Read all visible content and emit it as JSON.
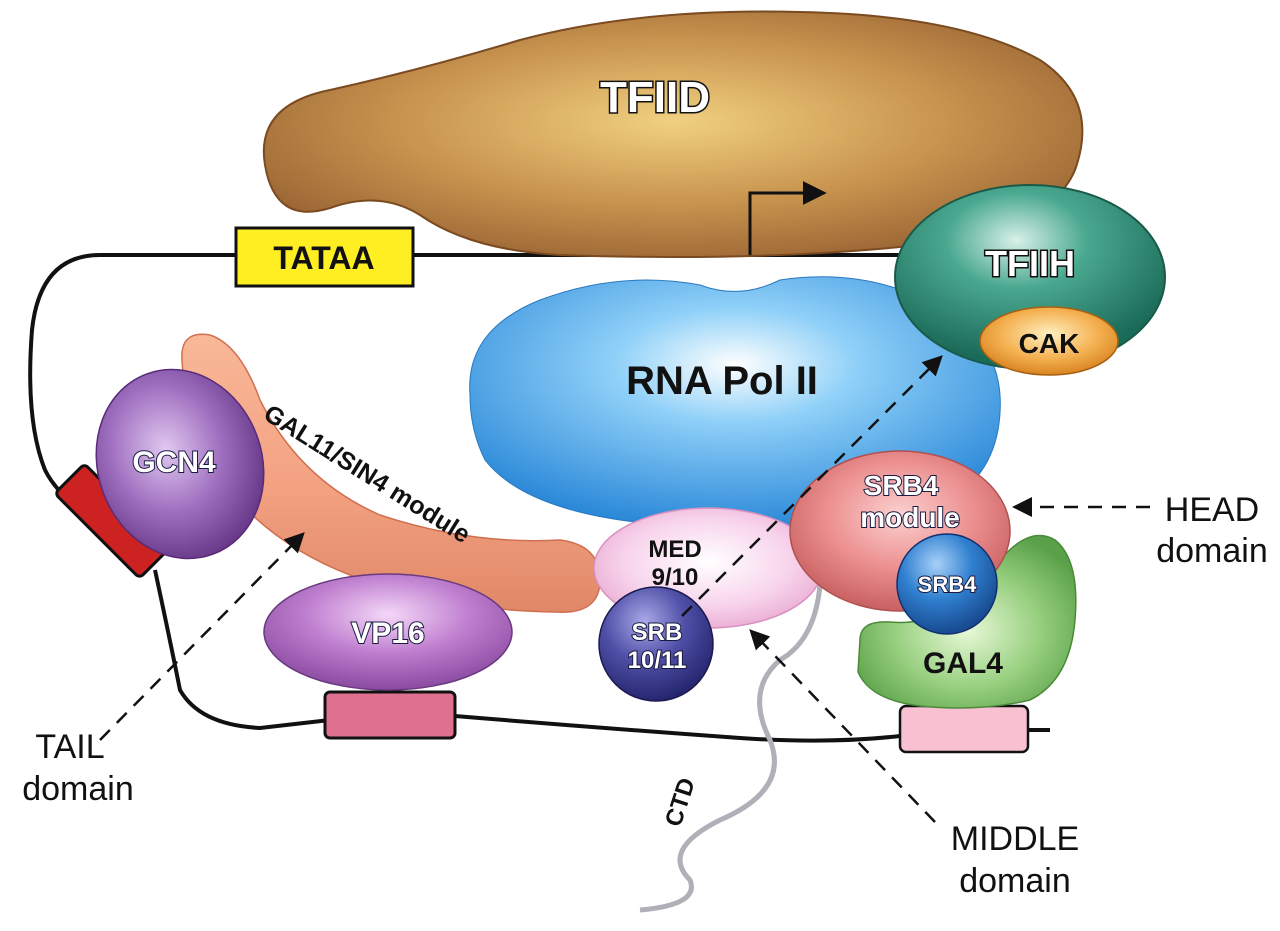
{
  "labels": {
    "tfiid": "TFIID",
    "tataa": "TATAA",
    "tfiih": "TFIIH",
    "cak": "CAK",
    "rna_pol": "RNA Pol II",
    "gcn4": "GCN4",
    "gal11": "GAL11/SIN4 module",
    "vp16": "VP16",
    "med": [
      "MED",
      "9/10"
    ],
    "srb1011": [
      "SRB",
      "10/11"
    ],
    "srb4_module": [
      "SRB4",
      "module"
    ],
    "srb4": "SRB4",
    "gal4": "GAL4",
    "ctd": "CTD"
  },
  "domains": {
    "head": [
      "HEAD",
      "domain"
    ],
    "tail": [
      "TAIL",
      "domain"
    ],
    "middle": [
      "MIDDLE",
      "domain"
    ]
  },
  "colors": {
    "tfiid": "#b8844a",
    "tataa": "#ffee22",
    "tfiih": "#2e8a72",
    "cak": "#f0a040",
    "rna_pol": "#4aa8e8",
    "gcn4": "#9a6ab8",
    "gal11": "#f0a080",
    "vp16": "#b070c0",
    "med": "#f4c0e0",
    "srb1011": "#4a4aa0",
    "srb4_module": "#e88080",
    "srb4": "#2a70c0",
    "gal4": "#80c870",
    "gcn4_site": "#cc2222",
    "vp16_site": "#e07090",
    "gal4_site": "#f8c0d0"
  }
}
